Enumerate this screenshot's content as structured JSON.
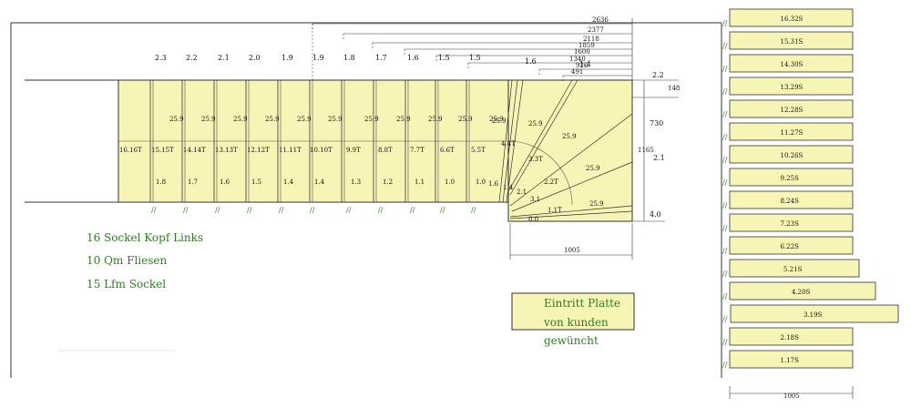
{
  "dims_top": [
    {
      "value": "2636"
    },
    {
      "value": "2377"
    },
    {
      "value": "2118"
    },
    {
      "value": "1859"
    },
    {
      "value": "1600"
    },
    {
      "value": "1340"
    },
    {
      "value": "926"
    },
    {
      "value": "491"
    }
  ],
  "top_labels": [
    "2.3",
    "2.2",
    "2.1",
    "2.0",
    "1.9",
    "1.9",
    "1.8",
    "1.7",
    "1.6",
    "1.5",
    "1.5",
    "1.6",
    "1.4"
  ],
  "straight_steps": [
    {
      "t": "16.16T",
      "b": ""
    },
    {
      "t": "15.15T",
      "b": "1.8"
    },
    {
      "t": "14.14T",
      "b": "1.7"
    },
    {
      "t": "13.13T",
      "b": "1.6"
    },
    {
      "t": "12.12T",
      "b": "1.5"
    },
    {
      "t": "11.11T",
      "b": "1.4"
    },
    {
      "t": "10.10T",
      "b": "1.4"
    },
    {
      "t": "9.9T",
      "b": "1.3"
    },
    {
      "t": "8.8T",
      "b": "1.2"
    },
    {
      "t": "7.7T",
      "b": "1.1"
    },
    {
      "t": "6.6T",
      "b": "1.0"
    },
    {
      "t": "5.5T",
      "b": "1.0"
    }
  ],
  "tread_depth": "25.9",
  "winder_labels": [
    "4.4T",
    "3.3T",
    "2.2T",
    "1.1T",
    "0.0",
    "1.4",
    "2.1",
    "3.1",
    "1.6"
  ],
  "right_dims": {
    "a": "2.2",
    "b": "148",
    "c": "730",
    "d": "1165",
    "e": "2.1",
    "f": "4.0"
  },
  "bottom_dim": "1005",
  "notes": [
    "16 Sockel Kopf Links",
    "10 Qm Fliesen",
    "15 Lfm Sockel"
  ],
  "box_text": [
    "Eintritt Platte",
    "von kunden",
    "gewüncht"
  ],
  "side_boards": [
    "16.32S",
    "15.31S",
    "14.30S",
    "13.29S",
    "12.28S",
    "11.27S",
    "10.26S",
    "9.25S",
    "8.24S",
    "7.23S",
    "6.22S",
    "5.21S",
    "4.20S",
    "3.19S",
    "2.18S",
    "1.17S"
  ],
  "side_dim": "1005",
  "colors": {
    "fill": "#f7f5b5",
    "line": "#222222",
    "note": "#2e7d1f"
  }
}
